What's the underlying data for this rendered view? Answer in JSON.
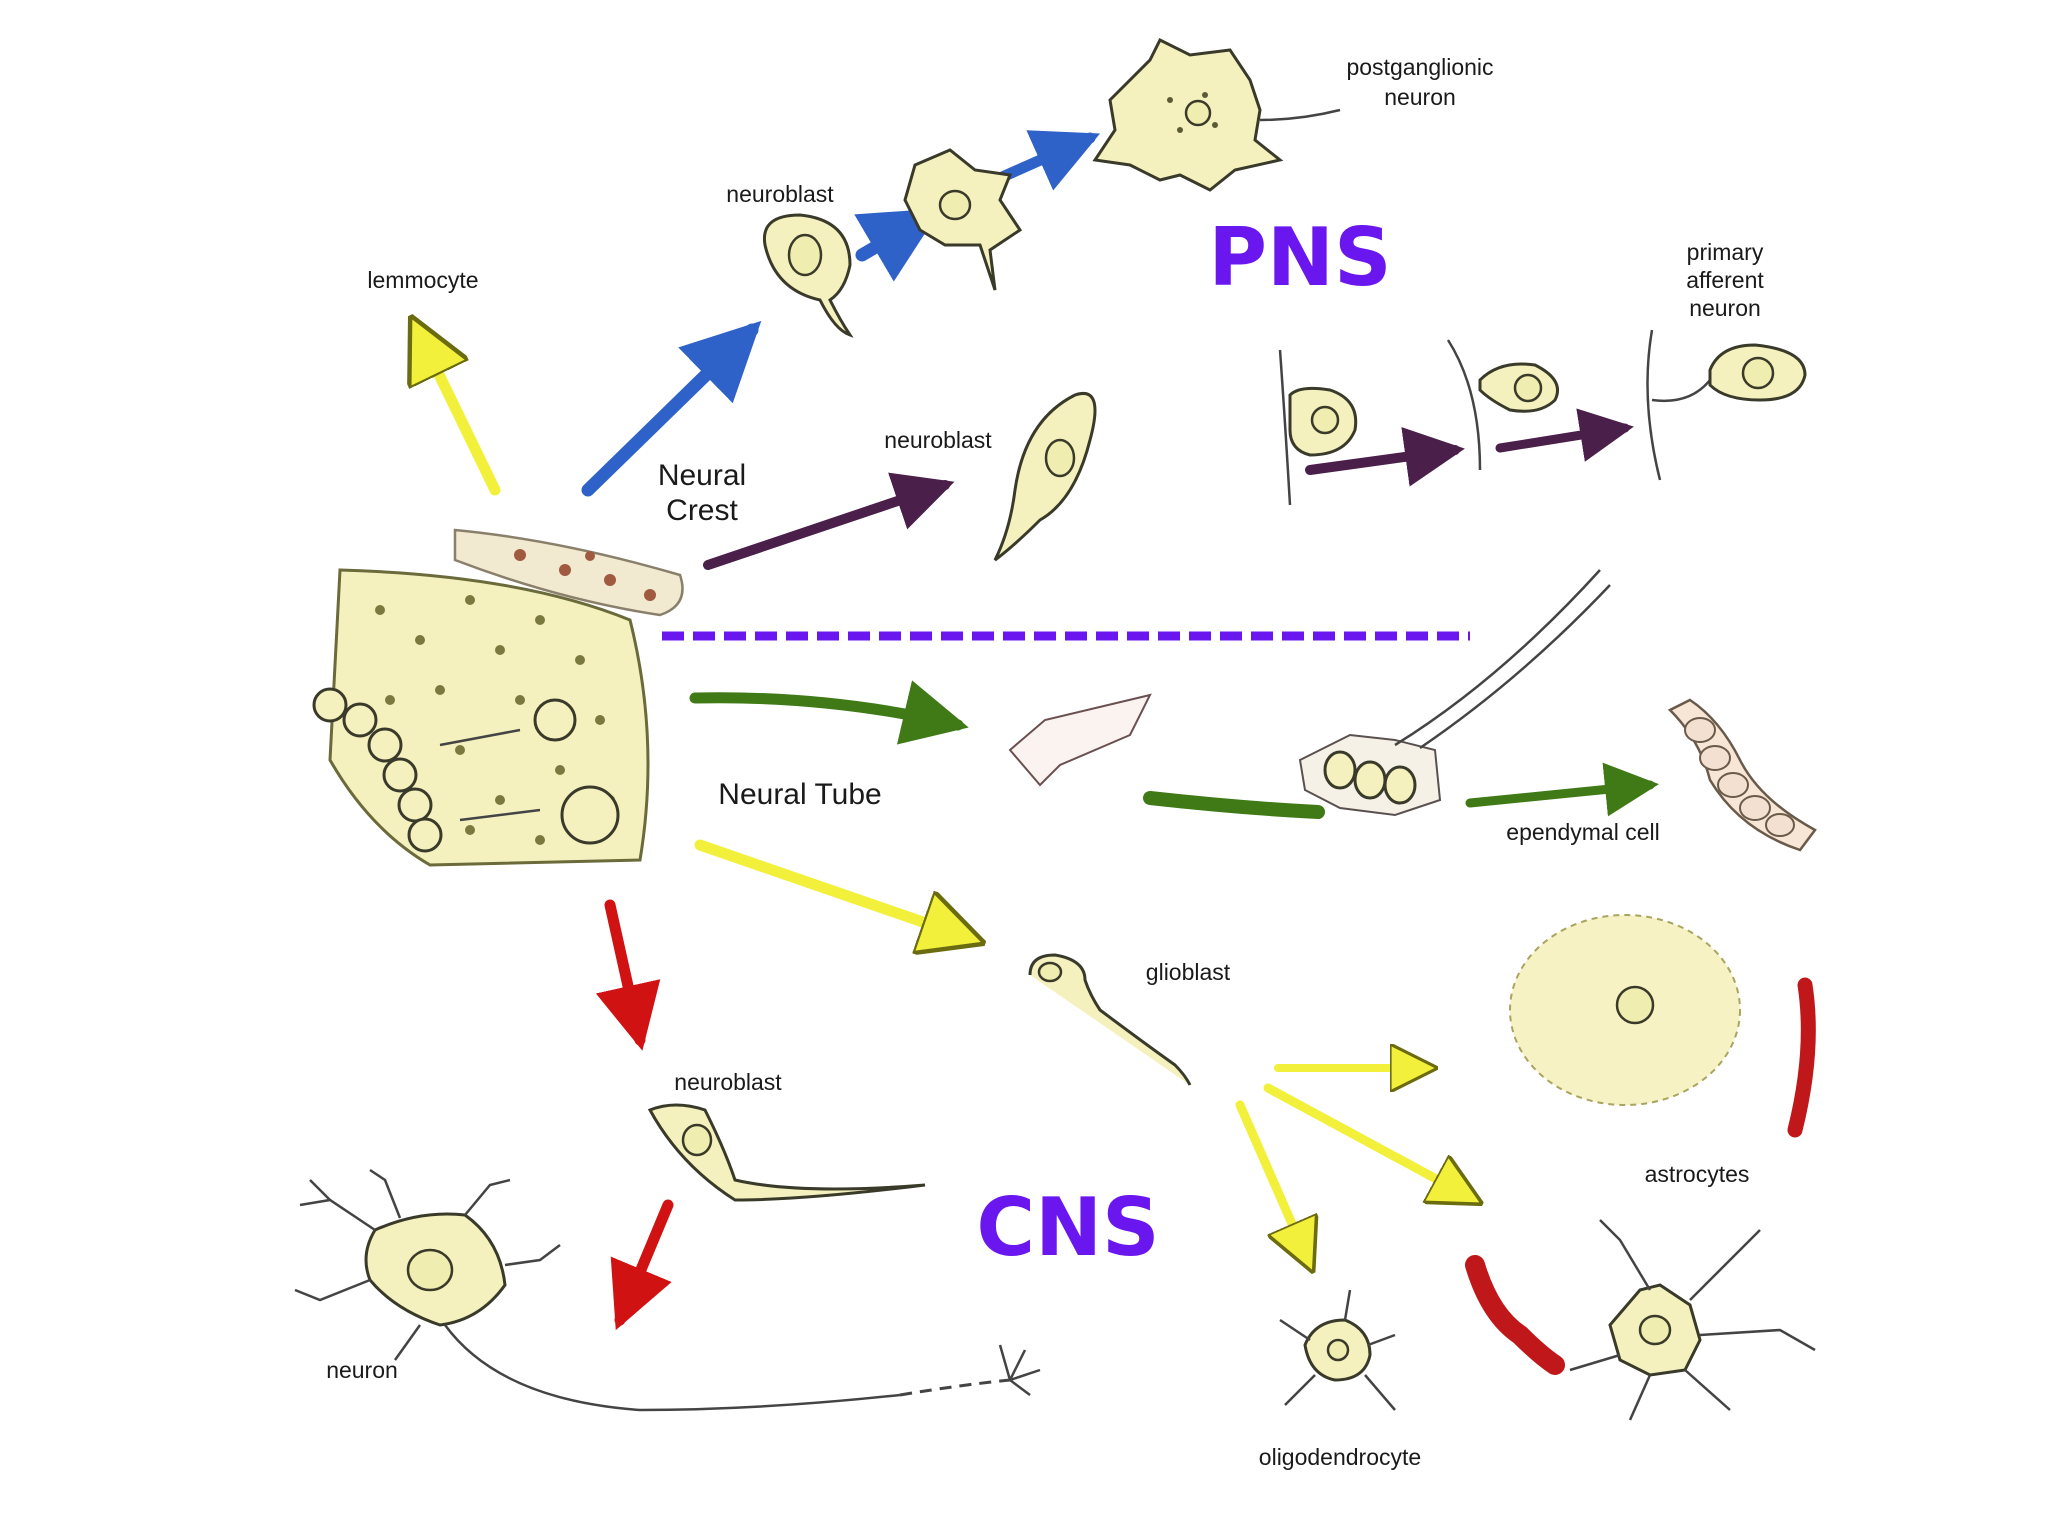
{
  "title_pns": "PNS",
  "title_cns": "CNS",
  "labels": {
    "postganglionic_neuron": "postganglionic neuron",
    "postganglionic_line1": "postganglionic",
    "postganglionic_line2": "neuron",
    "neuroblast_top": "neuroblast",
    "lemmocyte": "lemmocyte",
    "primary_line1": "primary",
    "primary_line2": "afferent",
    "primary_line3": "neuron",
    "neuroblast_mid": "neuroblast",
    "neural_crest_line1": "Neural",
    "neural_crest_line2": "Crest",
    "neural_tube": "Neural Tube",
    "ependymal_cell": "ependymal cell",
    "glioblast": "glioblast",
    "neuroblast_low": "neuroblast",
    "astrocytes": "astrocytes",
    "neuron": "neuron",
    "oligodendrocyte": "oligodendrocyte"
  },
  "colors": {
    "pns_cns_text": "#6a16ee",
    "divider": "#6a16ee",
    "arrow_yellow": "#f2f03a",
    "arrow_blue": "#2f62c8",
    "arrow_purple": "#4a1f4a",
    "arrow_green": "#3f7a16",
    "arrow_red": "#d01212",
    "cell_fill": "#f4f1bf"
  }
}
